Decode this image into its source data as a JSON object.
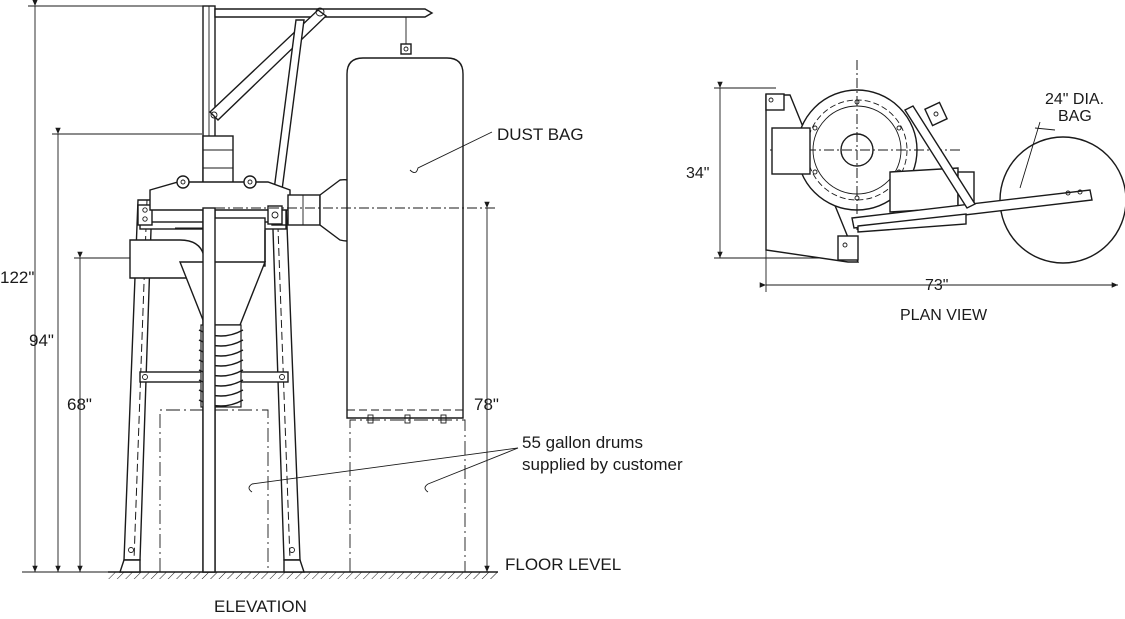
{
  "labels": {
    "dust_bag": "DUST BAG",
    "bag_dia_line1": "24\" DIA.",
    "bag_dia_line2": "BAG",
    "dim_34": "34\"",
    "dim_73": "73\"",
    "plan_view": "PLAN VIEW",
    "dim_122": "122\"",
    "dim_94": "94\"",
    "dim_68": "68\"",
    "dim_78": "78\"",
    "drums_line1": "55 gallon drums",
    "drums_line2": "supplied by customer",
    "floor_level": "FLOOR LEVEL",
    "elevation": "ELEVATION"
  }
}
